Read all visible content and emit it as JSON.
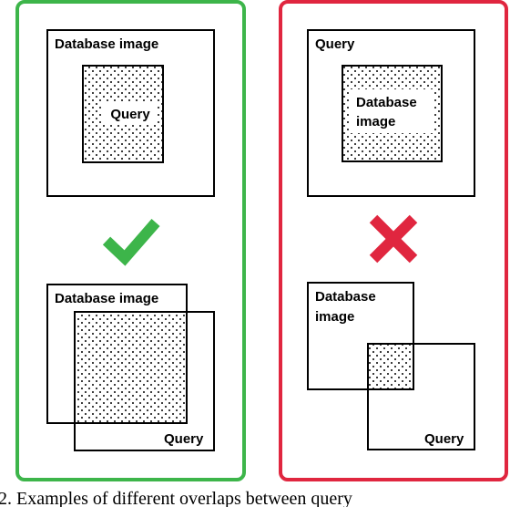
{
  "colors": {
    "valid": "#3db54a",
    "invalid": "#e0263f",
    "stroke": "#000000",
    "dots": "#000000"
  },
  "panels": {
    "valid": {
      "icon": "check-icon",
      "nested": {
        "outer_label": "Database image",
        "inner_label": "Query"
      },
      "overlap": {
        "first_label": "Database image",
        "second_label": "Query"
      }
    },
    "invalid": {
      "icon": "cross-icon",
      "nested": {
        "outer_label": "Query",
        "inner_label_line1": "Database",
        "inner_label_line2": "image"
      },
      "overlap": {
        "first_label_line1": "Database",
        "first_label_line2": "image",
        "second_label": "Query"
      }
    }
  },
  "caption": "2. Examples of different overlaps between query"
}
